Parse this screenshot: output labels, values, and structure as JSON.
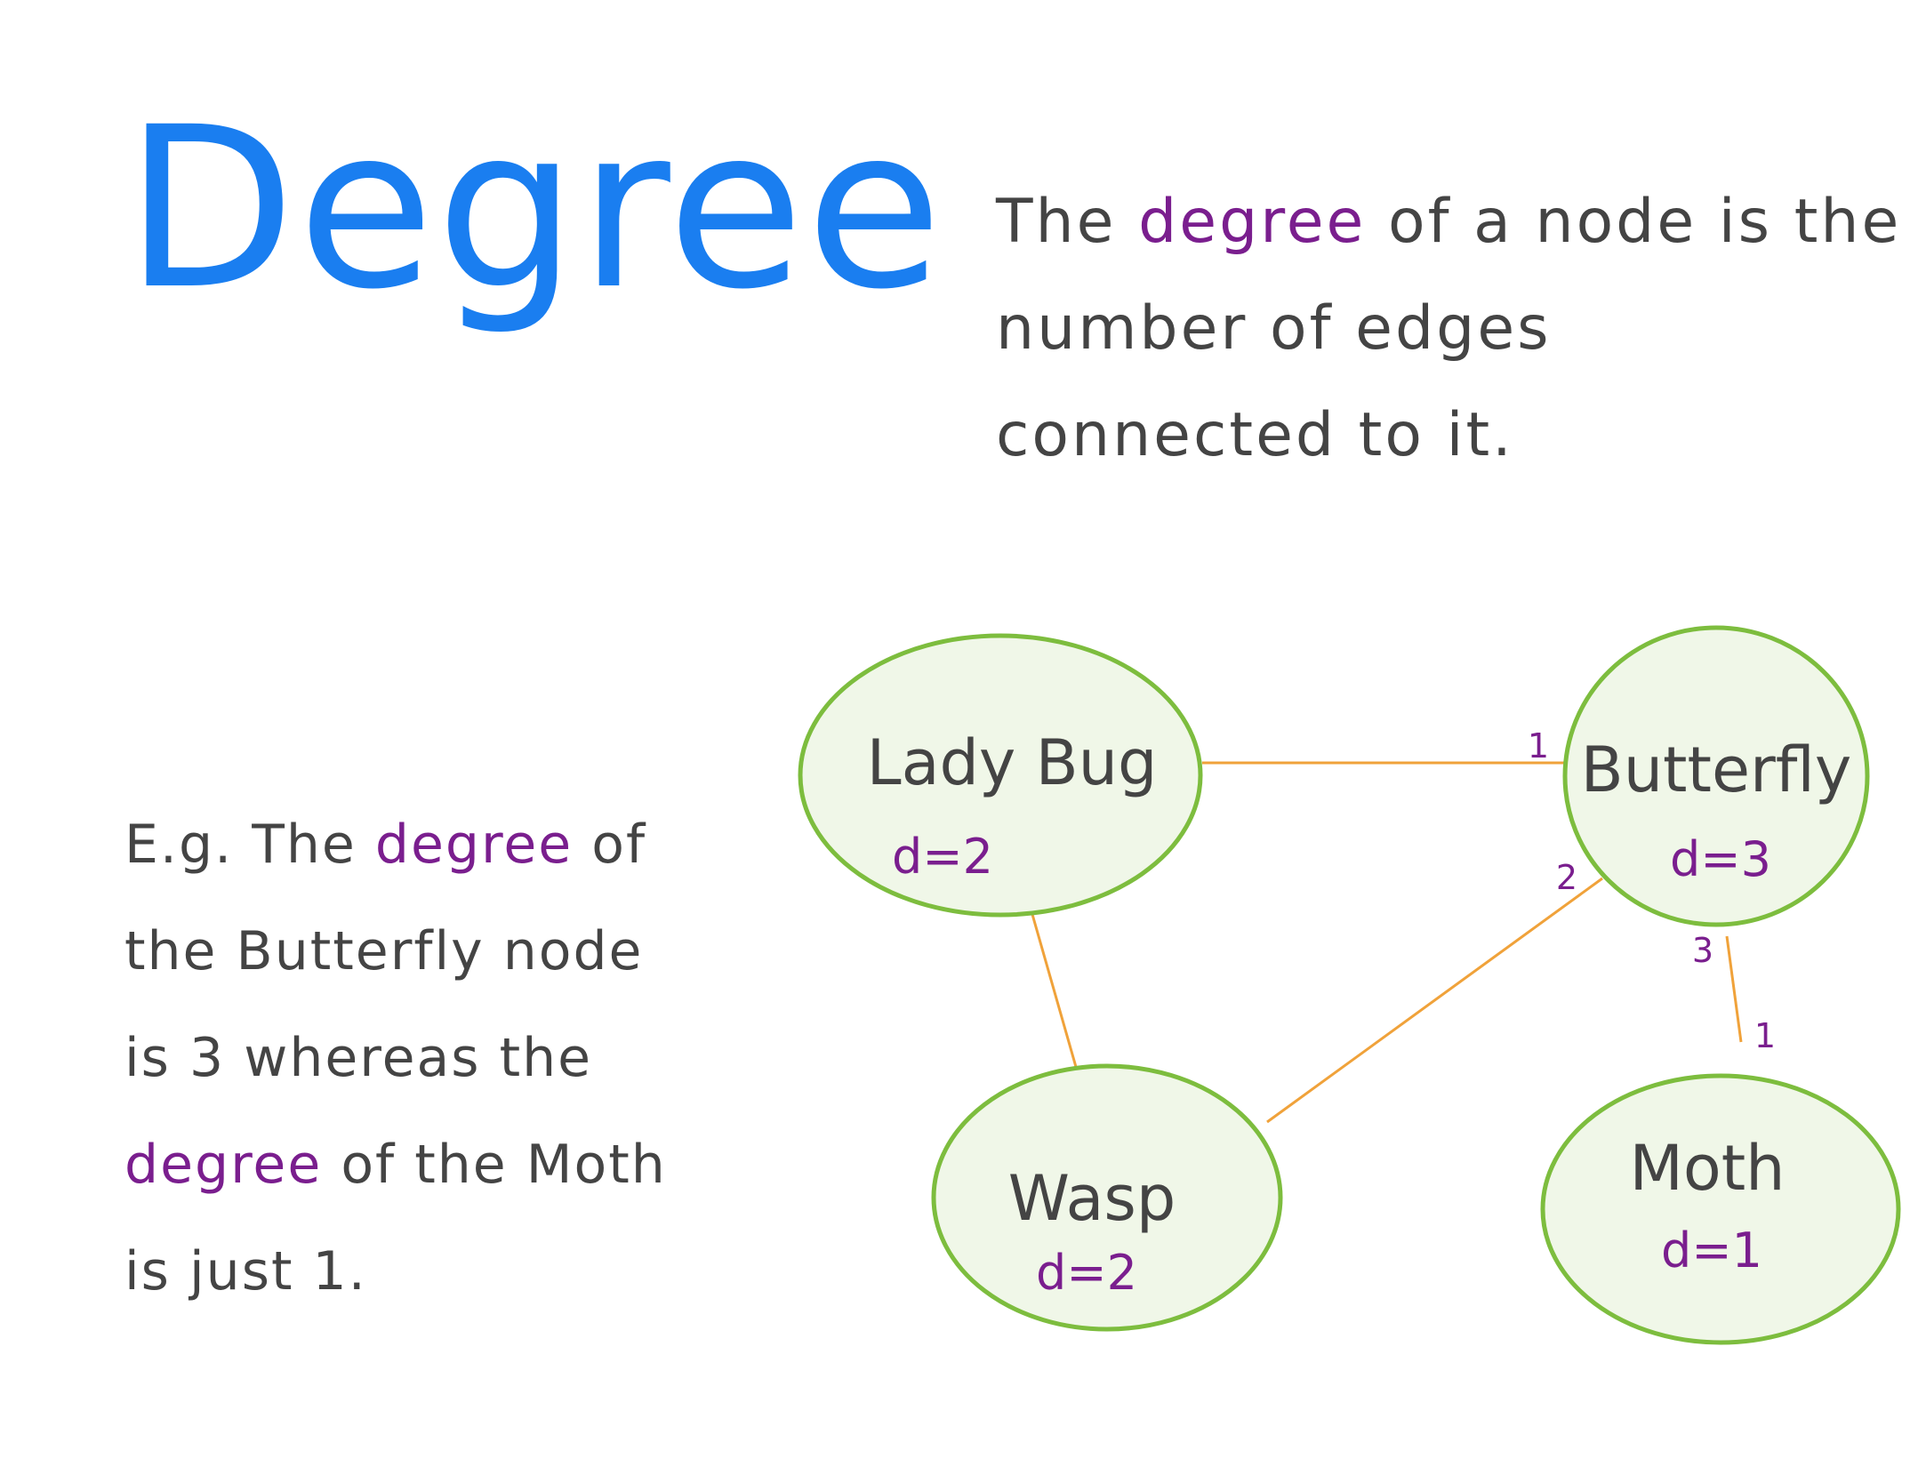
{
  "title": "Degree",
  "definition": {
    "before": "The ",
    "term": "degree",
    "after": " of a node is the number of edges connected to it."
  },
  "example": {
    "prefix": "E.g. The ",
    "term1": "degree",
    "middle": " of the Butterfly node is 3 whereas the ",
    "term2": "degree",
    "suffix": " of the Moth is just 1."
  },
  "graph": {
    "nodes": [
      {
        "id": "ladybug",
        "label": "Lady Bug",
        "degree_label": "d=2"
      },
      {
        "id": "butterfly",
        "label": "Butterfly",
        "degree_label": "d=3"
      },
      {
        "id": "wasp",
        "label": "Wasp",
        "degree_label": "d=2"
      },
      {
        "id": "moth",
        "label": "Moth",
        "degree_label": "d=1"
      }
    ],
    "edges": [
      {
        "from": "ladybug",
        "to": "butterfly"
      },
      {
        "from": "ladybug",
        "to": "wasp"
      },
      {
        "from": "wasp",
        "to": "butterfly"
      },
      {
        "from": "butterfly",
        "to": "moth"
      }
    ],
    "edge_numbers": [
      "1",
      "2",
      "3",
      "1"
    ],
    "colors": {
      "node_fill": "#f0f7e8",
      "node_stroke": "#7dbd3e",
      "edge": "#f0a23a",
      "highlight": "#7a1e8e",
      "title": "#1a7ef0",
      "text": "#444444"
    }
  }
}
